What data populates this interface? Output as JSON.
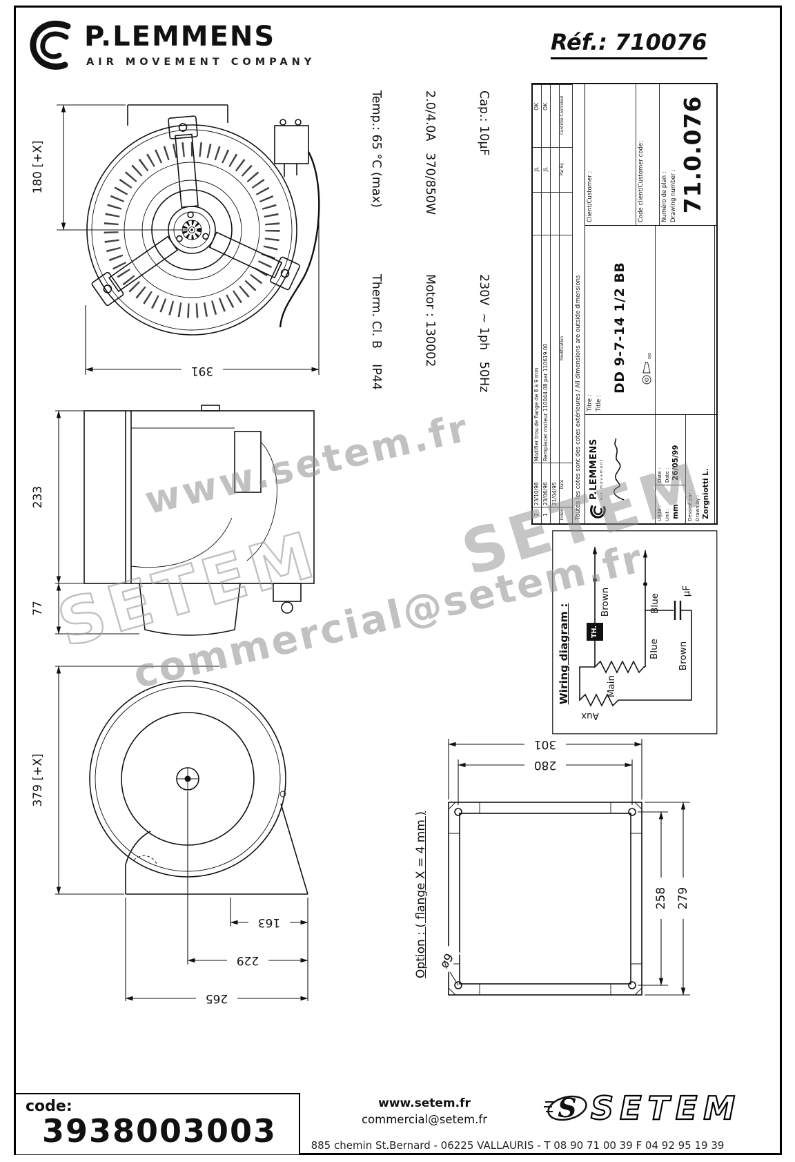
{
  "header": {
    "brand_name": "P.LEMMENS",
    "brand_tagline": "AIR MOVEMENT COMPANY",
    "ref": "Réf.: 710076"
  },
  "specs": {
    "group1": [
      "Cap.: 10µF",
      "2.0/4.0A   370/850W",
      "Temp.: 65 °C (max)"
    ],
    "group2": [
      "230V  ~ 1ph   50Hz",
      "Motor : 130002",
      "Therm. Cl. B    IP44"
    ]
  },
  "dims": {
    "d180": "180 [+X]",
    "d391": "391",
    "d233": "233",
    "d77": "77",
    "d379": "379 [+X]",
    "d163": "163",
    "d229": "229",
    "d265": "265",
    "d301": "301",
    "d280": "280",
    "d258": "258",
    "d279": "279",
    "hole": "ø9",
    "option": "Option : ( flange X = 4 mm )"
  },
  "titleblock": {
    "revisions": [
      {
        "index": "2",
        "date": "23/10/98",
        "text": "Modifier trou de flange de 8 à 9 mm",
        "by": "JL",
        "ok": "OK"
      },
      {
        "index": "1",
        "date": "23/06/96",
        "text": "Remplacer moteur 110044.08 par 110619.00",
        "by": "JL",
        "ok": "OK"
      },
      {
        "index": "",
        "date": "21/04/95",
        "text": "",
        "by": "",
        "ok": ""
      }
    ],
    "rev_header": {
      "index": "Index",
      "date": "Date",
      "text": "Modification",
      "by": "Par\nBy",
      "ok": "Contrôlé\nControlled"
    },
    "note": "Toutes les cotes sont des cotes extérieures / All dimensions are outside dimensions",
    "logo_name": "P.LEMMENS",
    "logo_sub": "air movement",
    "title_label_fr": "Titre :",
    "title_label_en": "Title :",
    "title_value": "DD 9-7-14 1/2 BB",
    "iso": "ISO",
    "client_label": "Client/Customer :",
    "client_code_label": "Code client/Customer code:",
    "plan_label_fr": "Numéro de plan :",
    "plan_label_en": "Drawing number :",
    "plan_value": "71.0.076",
    "unit_label_fr": "Unité :",
    "unit_label_en": "Unit :",
    "unit_value": "mm",
    "date_label_fr": "Date :",
    "date_label_en": "Date :",
    "date_value": "26/05/99",
    "drawn_label_fr": "Dessiné par :",
    "drawn_label_en": "Drawn by :",
    "drawn_value": "Zorgniotti L."
  },
  "wiring": {
    "title": "Wiring diagram :",
    "brown1": "Brown",
    "blue1": "Blue",
    "uf": "µF",
    "th": "TH.",
    "blue2": "Blue",
    "brown2": "Brown",
    "main": "Main",
    "aux": "Aux"
  },
  "watermarks": {
    "url": "www.setem.fr",
    "setem1": "SETEM",
    "email": "commercial@setem.fr",
    "setem2": "SETEM"
  },
  "footer": {
    "code_label": "code:",
    "code_value": "3938003003",
    "site": "www.setem.fr",
    "email": "commercial@setem.fr",
    "address": "885 chemin St.Bernard  -  06225 VALLAURIS  -  T 08 90 71 00 39   F 04 92 95 19 39",
    "logo_text": "SETEM"
  }
}
